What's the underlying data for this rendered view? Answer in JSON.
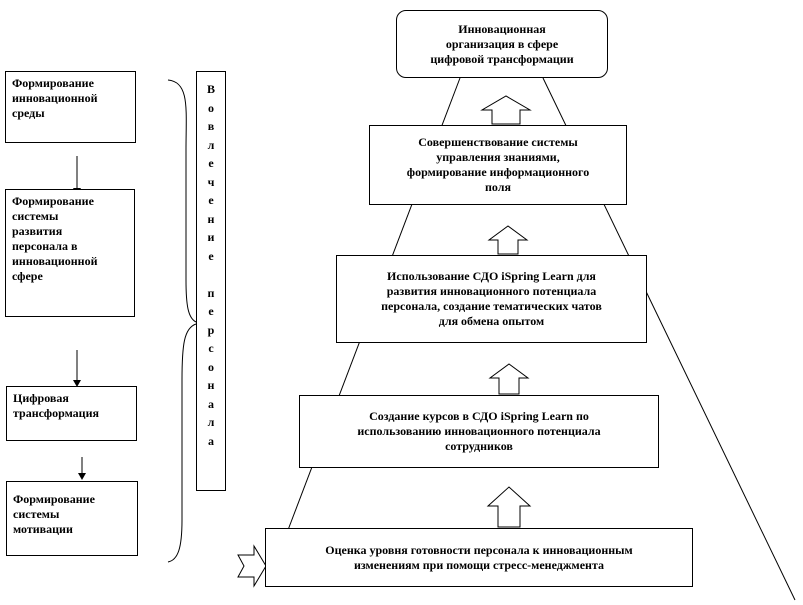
{
  "left_column": {
    "stage1": "Формирование\nинновационной\nсреды",
    "stage2": "Формирование\nсистемы\nразвития\nперсонала в\nинновационной\nсфере",
    "stage3": "Цифровая\nтрансформация",
    "stage4": "Формирование\nсистемы\nмотивации"
  },
  "vertical_label": {
    "letters": [
      "В",
      "о",
      "в",
      "л",
      "е",
      "ч",
      "е",
      "н",
      "и",
      "е",
      " ",
      "п",
      "е",
      "р",
      "с",
      "о",
      "н",
      "а",
      "л",
      "а"
    ]
  },
  "pyramid": {
    "top": "Инновационная\nорганизация в сфере\nцифровой трансформации",
    "level4": "Совершенствование системы\nуправления знаниями,\nформирование информационного\nполя",
    "level3": "Использование СДО iSpring  Learn для\nразвития инновационного потенциала\nперсонала, создание тематических чатов\nдля обмена опытом",
    "level2": "Создание курсов  в СДО iSpring  Learn по\nиспользованию инновационного потенциала\nсотрудников",
    "level1": "Оценка уровня готовности персонала к инновационным\nизменениям при помощи стресс-менеджмента"
  }
}
